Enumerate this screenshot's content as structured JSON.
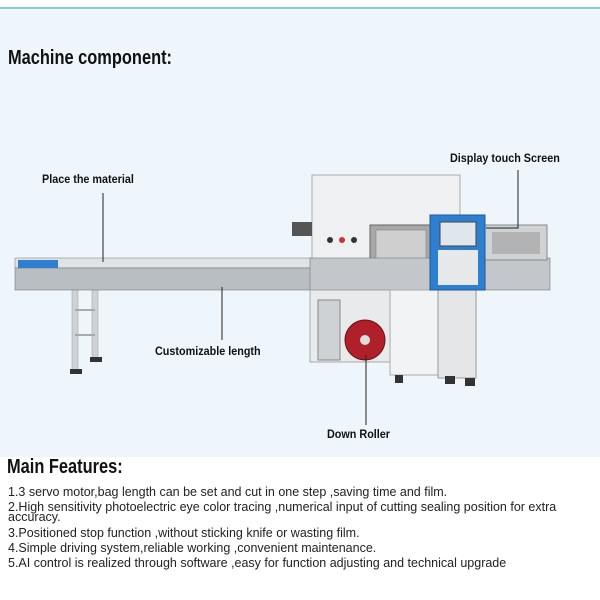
{
  "section_title": "Machine component:",
  "callouts": {
    "place_material": "Place the material",
    "display_screen": "Display touch Screen",
    "customizable_length": "Customizable length",
    "down_roller": "Down Roller"
  },
  "features_title": "Main Features:",
  "features": [
    "1.3 servo motor,bag length can be set and cut in one step ,saving time and film.",
    "2.High sensitivity photoelectric eye color tracing ,numerical input of cutting sealing position for extra accuracy.",
    "3.Positioned stop function ,without sticking knife or wasting film.",
    "4.Simple driving system,reliable working ,convenient maintenance.",
    "5.AI control is realized through software ,easy for function adjusting and technical upgrade"
  ],
  "colors": {
    "band": "#eef6fc",
    "band_border": "#86cfc7",
    "machine_accent": "#2f7fd0",
    "roller": "#b0202a"
  }
}
